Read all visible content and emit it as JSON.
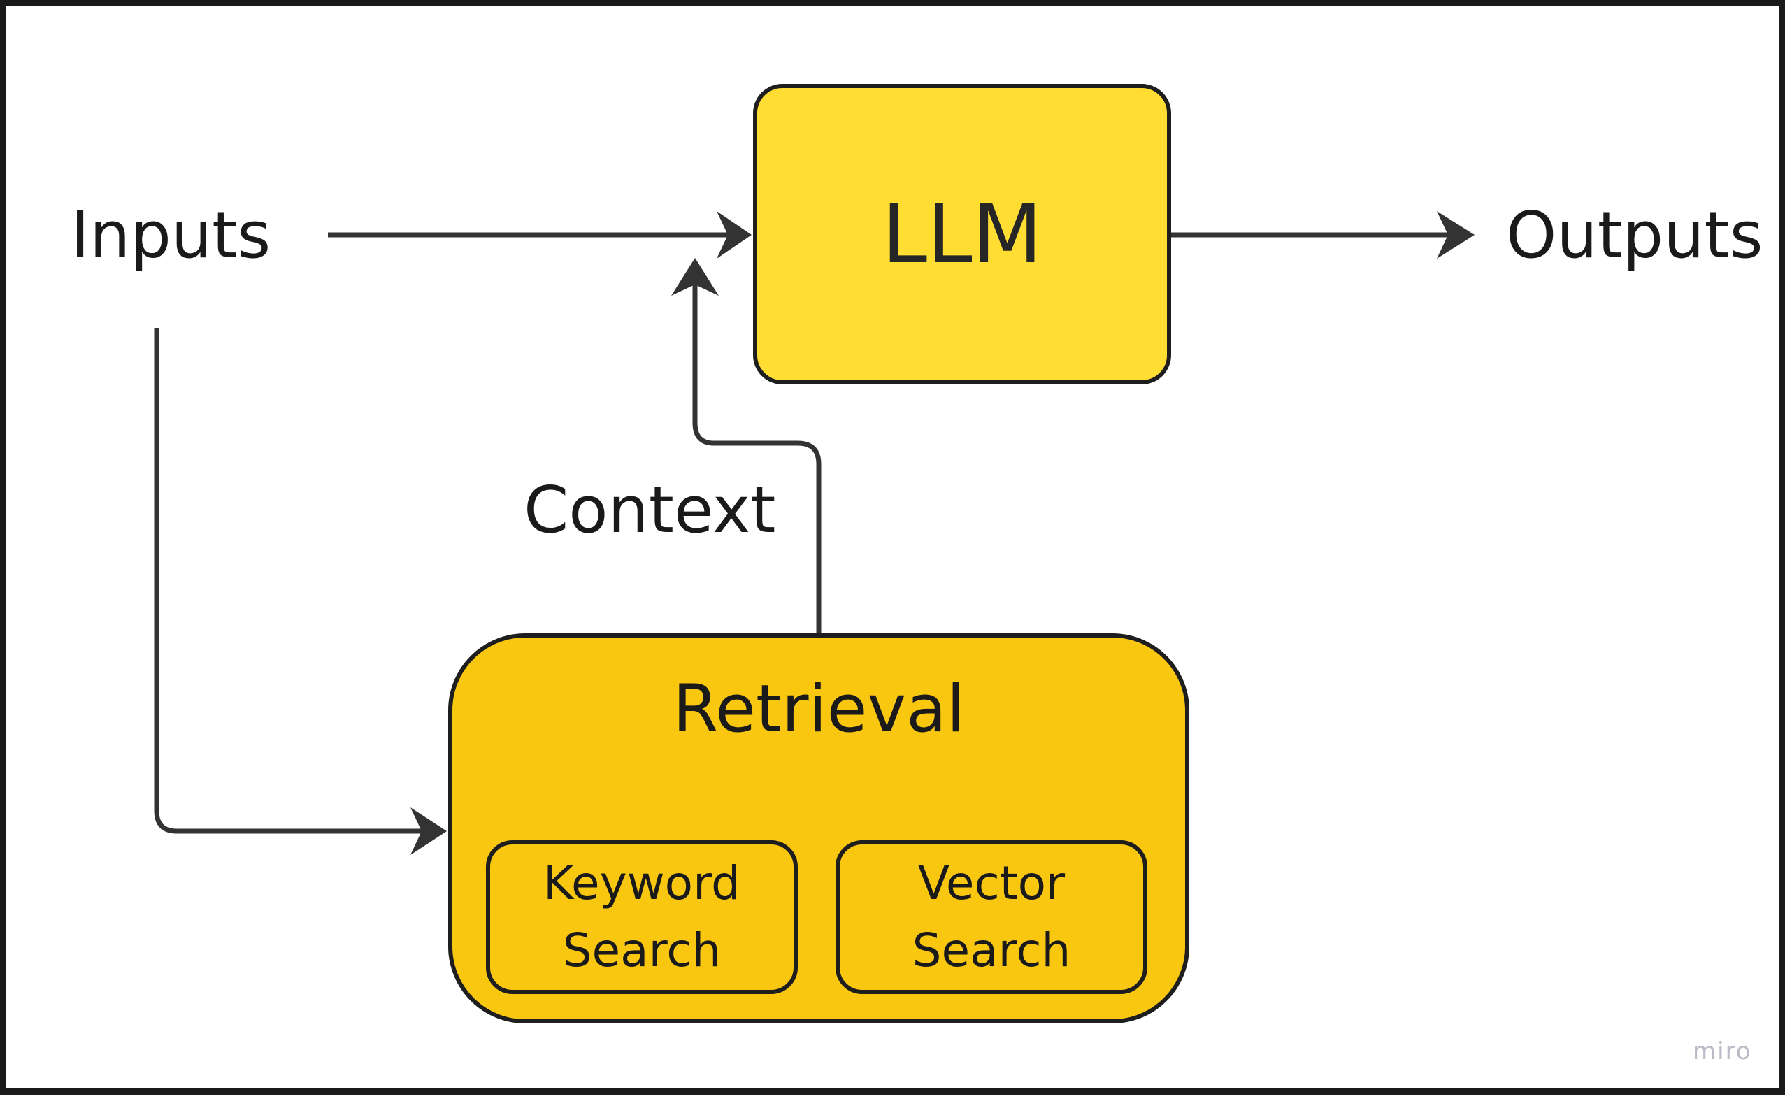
{
  "diagram": {
    "nodes": {
      "inputs": "Inputs",
      "outputs": "Outputs",
      "llm": "LLM",
      "context": "Context",
      "retrieval": {
        "title": "Retrieval",
        "keyword_search": [
          "Keyword",
          "Search"
        ],
        "vector_search": [
          "Vector",
          "Search"
        ]
      }
    },
    "edges": [
      {
        "from": "Inputs",
        "to": "LLM"
      },
      {
        "from": "LLM",
        "to": "Outputs"
      },
      {
        "from": "Inputs",
        "to": "Retrieval"
      },
      {
        "from": "Retrieval",
        "to": "LLM",
        "label": "Context"
      }
    ]
  },
  "colors": {
    "llm_fill": "#FFDD33",
    "retrieval_fill": "#FAC710",
    "stroke": "#1e1e1e",
    "connector": "#333333",
    "watermark": "#b9bcc6"
  },
  "watermark": "miro"
}
